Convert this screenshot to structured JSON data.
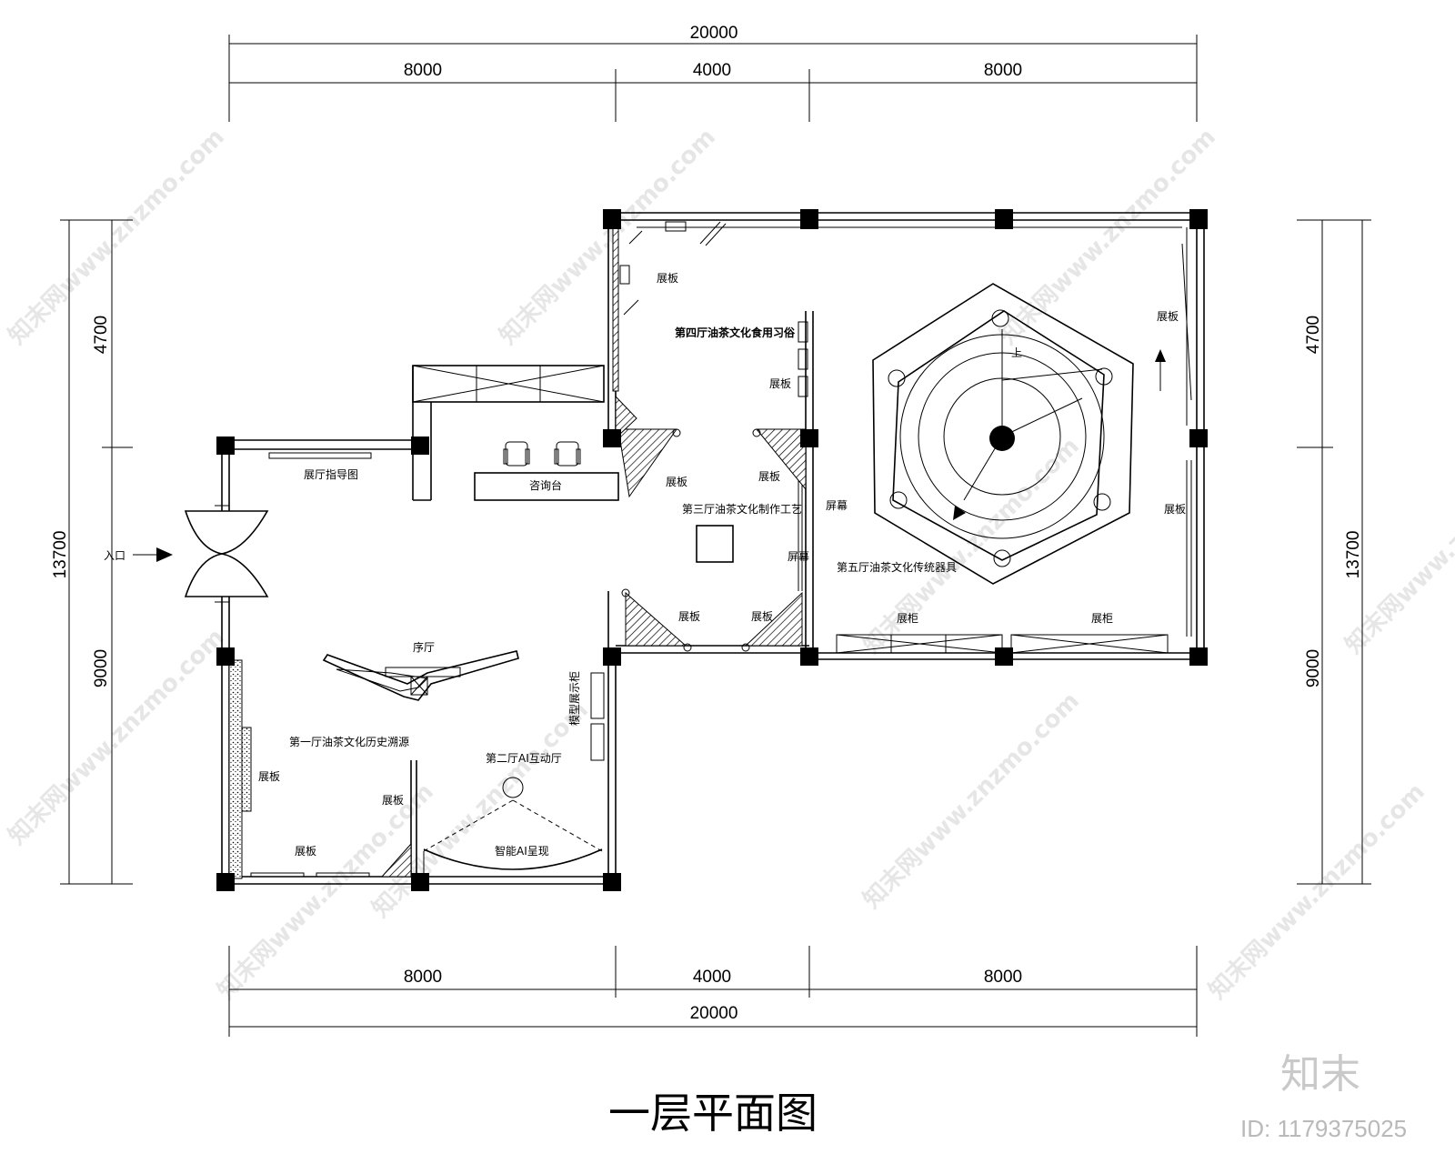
{
  "dimensions": {
    "top_total": "20000",
    "top_segments": [
      "8000",
      "4000",
      "8000"
    ],
    "bottom_total": "20000",
    "bottom_segments": [
      "8000",
      "4000",
      "8000"
    ],
    "left_total": "13700",
    "left_segments": [
      "4700",
      "9000"
    ],
    "right_total": "13700",
    "right_segments": [
      "4700",
      "9000"
    ]
  },
  "labels": {
    "entrance": "入口",
    "guide_map": "展厅指导图",
    "consult_desk": "咨询台",
    "prelude_hall": "序厅",
    "hall1": "第一厅油茶文化历史溯源",
    "hall2": "第二厅AI互动厅",
    "hall3": "第三厅油茶文化制作工艺",
    "hall4": "第四厅油茶文化食用习俗",
    "hall5": "第五厅油茶文化传统器具",
    "ai_present": "智能AI呈现",
    "board": "展板",
    "screen": "屏幕",
    "cabinet": "展柜",
    "model_display": "模型展示柜",
    "stair_up": "上"
  },
  "title": "一层平面图",
  "watermark": {
    "logo": "知末",
    "id": "ID: 1179375025",
    "pattern": "知末网www.znzmo.com"
  }
}
